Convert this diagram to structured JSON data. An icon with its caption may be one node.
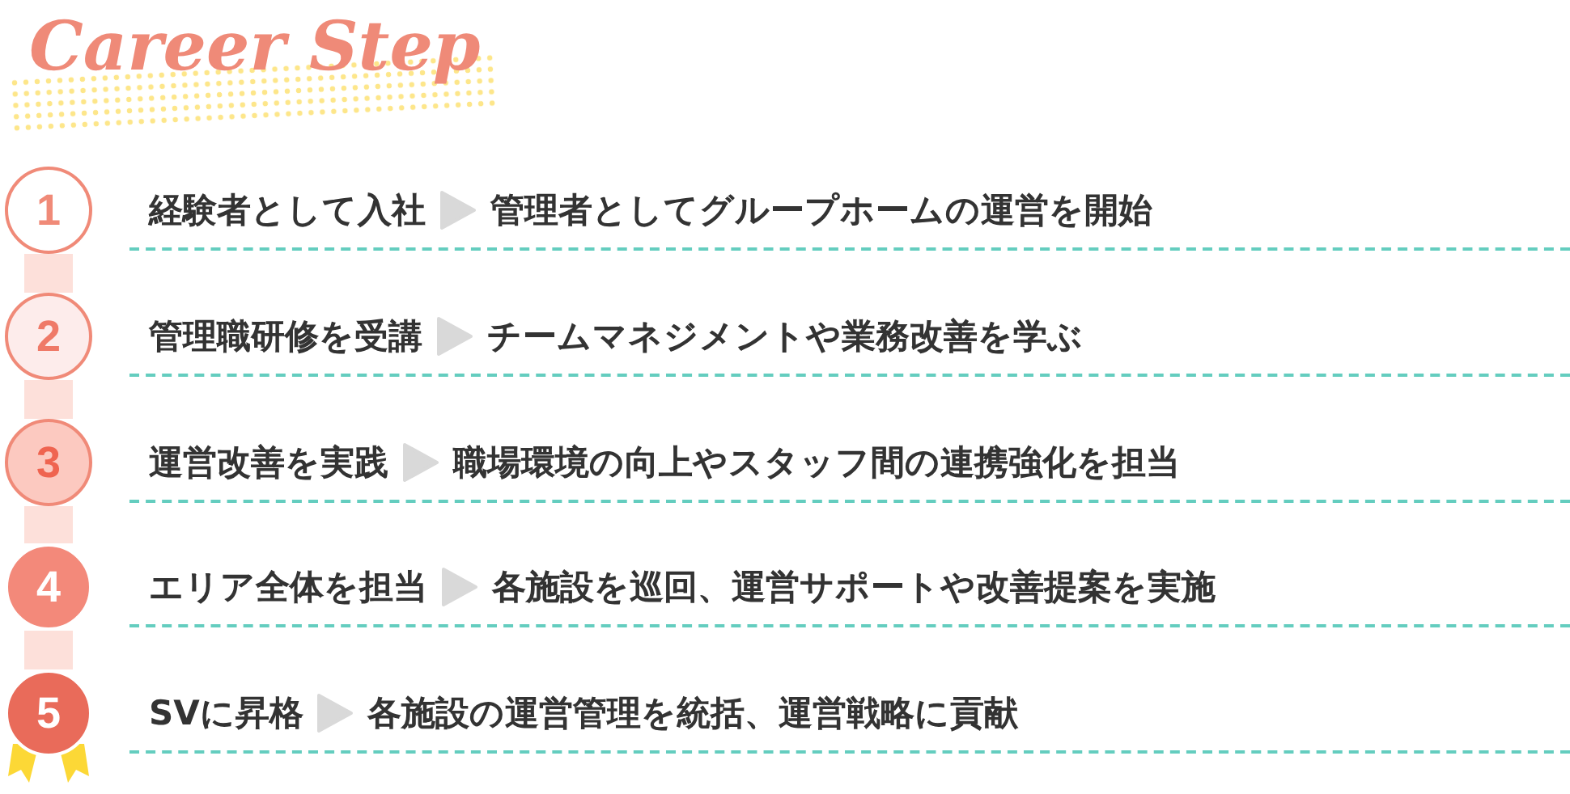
{
  "diagram": {
    "title": "Career Step",
    "nodes": [
      {
        "text": [
          "1"
        ]
      },
      {
        "text": [
          "経験者として入社"
        ]
      },
      {
        "text": [
          "管理者としてグループホームの運営を開始"
        ]
      },
      {
        "text": [
          "2"
        ]
      },
      {
        "text": [
          "管理職研修を受講"
        ]
      },
      {
        "text": [
          "チームマネジメントや業務改善を学ぶ"
        ]
      },
      {
        "text": [
          "3"
        ]
      },
      {
        "text": [
          "運営改善を実践"
        ]
      },
      {
        "text": [
          "職場環境の向上やスタッフ間の連携強化を担当"
        ]
      },
      {
        "text": [
          "4"
        ]
      },
      {
        "text": [
          "エリア全体を担当"
        ]
      },
      {
        "text": [
          "各施設を巡回、運営サポートや改善提案を実施"
        ]
      },
      {
        "text": [
          "5"
        ]
      },
      {
        "text": [
          "SVに昇格"
        ]
      },
      {
        "text": [
          "各施設の運営管理を統括、運営戦略に貢献"
        ]
      }
    ],
    "edges": [
      {
        "from": 1,
        "to": 2,
        "arrow": "to"
      },
      {
        "from": 4,
        "to": 5,
        "arrow": "to"
      },
      {
        "from": 7,
        "to": 8,
        "arrow": "to"
      },
      {
        "from": 10,
        "to": 11,
        "arrow": "to"
      },
      {
        "from": 13,
        "to": 14,
        "arrow": "to"
      },
      {
        "from": 0,
        "to": 3,
        "arrow": "none",
        "color": "#fde0da"
      },
      {
        "from": 3,
        "to": 6,
        "arrow": "none",
        "color": "#fde0da"
      },
      {
        "from": 6,
        "to": 9,
        "arrow": "none",
        "color": "#fde0da"
      },
      {
        "from": 9,
        "to": 12,
        "arrow": "none",
        "color": "#fde0da"
      }
    ]
  }
}
